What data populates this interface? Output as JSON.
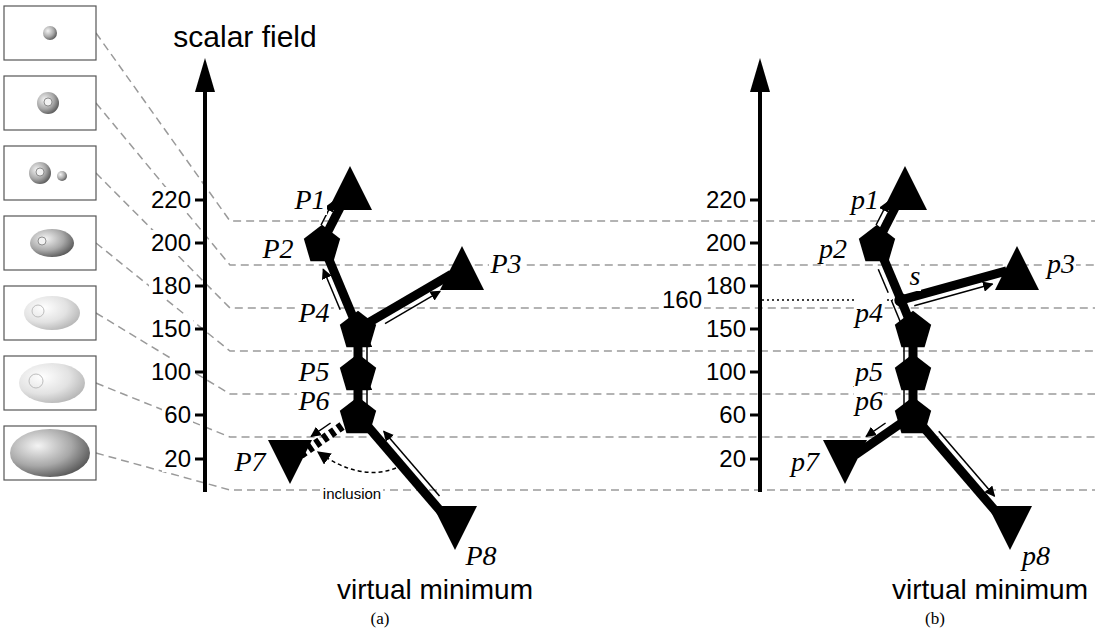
{
  "diagram": {
    "nodes": [
      {
        "text": [
          "P1"
        ]
      },
      {
        "text": [
          "P2"
        ]
      },
      {
        "text": [
          "P3"
        ]
      },
      {
        "text": [
          "P4"
        ]
      },
      {
        "text": [
          "P5"
        ]
      },
      {
        "text": [
          "P6"
        ]
      },
      {
        "text": [
          "P7"
        ]
      },
      {
        "text": [
          "P8"
        ]
      },
      {
        "text": [
          "p1"
        ]
      },
      {
        "text": [
          "p2"
        ]
      },
      {
        "text": [
          "s"
        ]
      },
      {
        "text": [
          "p3"
        ]
      },
      {
        "text": [
          "p4"
        ]
      },
      {
        "text": [
          "p5"
        ]
      },
      {
        "text": [
          "p6"
        ]
      },
      {
        "text": [
          "p7"
        ]
      },
      {
        "text": [
          "p8"
        ]
      }
    ],
    "edges": [
      {
        "from": 7,
        "to": 5,
        "arrow": "to"
      },
      {
        "from": 5,
        "to": 4,
        "arrow": "to"
      },
      {
        "from": 4,
        "to": 3,
        "arrow": "to"
      },
      {
        "from": 3,
        "to": 1,
        "arrow": "to"
      },
      {
        "from": 1,
        "to": 0,
        "arrow": "to"
      },
      {
        "from": 3,
        "to": 2,
        "arrow": "to"
      },
      {
        "from": 5,
        "to": 6,
        "arrow": "to"
      },
      {
        "from": 9,
        "to": 8,
        "arrow": "to"
      },
      {
        "from": 10,
        "to": 9,
        "arrow": "none"
      },
      {
        "from": 10,
        "to": 11,
        "arrow": "to"
      },
      {
        "from": 10,
        "to": 12,
        "arrow": "none"
      },
      {
        "from": 12,
        "to": 13,
        "arrow": "none"
      },
      {
        "from": 13,
        "to": 14,
        "arrow": "none"
      },
      {
        "from": 14,
        "to": 15,
        "arrow": "to"
      },
      {
        "from": 14,
        "to": 16,
        "arrow": "to"
      }
    ],
    "labels": [
      "scalar field",
      "220",
      "200",
      "180",
      "150",
      "100",
      "60",
      "20",
      "inclusion",
      "virtual minimum",
      "(a)",
      "220",
      "200",
      "180",
      "150",
      "100",
      "60",
      "20",
      "160",
      "virtual minimum",
      "(b)"
    ]
  }
}
